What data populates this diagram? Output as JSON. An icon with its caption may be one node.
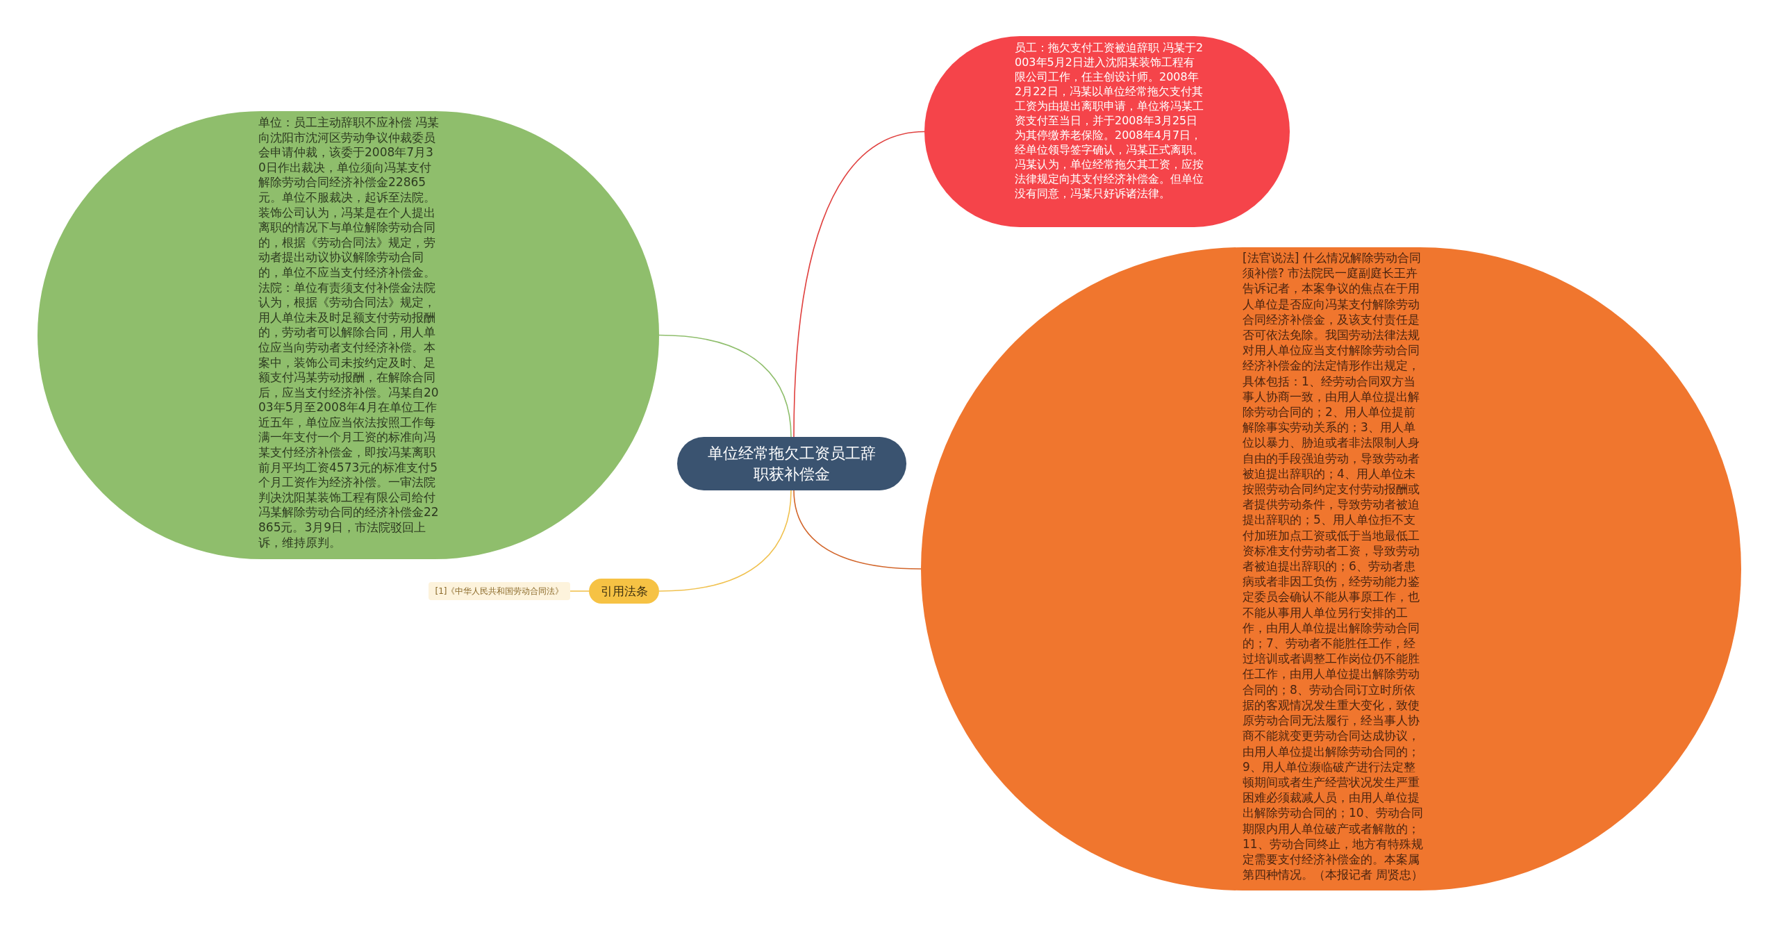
{
  "diagram": {
    "nodes": [
      {
        "text": [
          "单位经常拖欠工资员工辞职获补偿金"
        ]
      },
      {
        "text": [
          "单位：员工主动辞职不应补偿 冯某向沈阳市沈河区劳动争议仲裁委员会申请仲裁，该委于2008年7月30日作出裁决，单位须向冯某支付解除劳动合同经济补偿金22865元。单位不服裁决，起诉至法院。装饰公司认为，冯某是在个人提出离职的情况下与单位解除劳动合同的，根据《劳动合同法》规定，劳动者提出动议协议解除劳动合同的，单位不应当支付经济补偿金。法院：单位有责须支付补偿金法院认为，根据《劳动合同法》规定，用人单位未及时足额支付劳动报酬的，劳动者可以解除合同，用人单位应当向劳动者支付经济补偿。本案中，装饰公司未按约定及时、足额支付冯某劳动报酬，在解除合同后，应当支付经济补偿。冯某自2003年5月至2008年4月在单位工作近五年，单位应当依法按照工作每满一年支付一个月工资的标准向冯某支付经济补偿金，即按冯某离职前月平均工资4573元的标准支付5个月工资作为经济补偿。一审法院判决沈阳某装饰工程有限公司给付冯某解除劳动合同的经济补偿金22865元。3月9日，市法院驳回上诉，维持原判。"
        ]
      },
      {
        "text": [
          "员工：拖欠支付工资被迫辞职 冯某于2003年5月2日进入沈阳某装饰工程有限公司工作，任主创设计师。2008年2月22日，冯某以单位经常拖欠支付其工资为由提出离职申请，单位将冯某工资支付至当日，并于2008年3月25日为其停缴养老保险。2008年4月7日，经单位领导签字确认，冯某正式离职。冯某认为，单位经常拖欠其工资，应按法律规定向其支付经济补偿金。但单位没有同意，冯某只好诉诸法律。"
        ]
      },
      {
        "text": [
          "[法官说法] 什么情况解除劳动合同须补偿? 市法院民一庭副庭长王卉告诉记者，本案争议的焦点在于用人单位是否应向冯某支付解除劳动合同经济补偿金，及该支付责任是否可依法免除。我国劳动法律法规对用人单位应当支付解除劳动合同经济补偿金的法定情形作出规定，具体包括：1、经劳动合同双方当事人协商一致，由用人单位提出解除劳动合同的；2、用人单位提前解除事实劳动关系的；3、用人单位以暴力、胁迫或者非法限制人身自由的手段强迫劳动，导致劳动者被迫提出辞职的；4、用人单位未按照劳动合同约定支付劳动报酬或者提供劳动条件，导致劳动者被迫提出辞职的；5、用人单位拒不支付加班加点工资或低于当地最低工资标准支付劳动者工资，导致劳动者被迫提出辞职的；6、劳动者患病或者非因工负伤，经劳动能力鉴定委员会确认不能从事原工作，也不能从事用人单位另行安排的工作，由用人单位提出解除劳动合同的；7、劳动者不能胜任工作，经过培训或者调整工作岗位仍不能胜任工作，由用人单位提出解除劳动合同的；8、劳动合同订立时所依据的客观情况发生重大变化，致使原劳动合同无法履行，经当事人协商不能就变更劳动合同达成协议，由用人单位提出解除劳动合同的；9、用人单位濒临破产进行法定整顿期间或者生产经营状况发生严重困难必须裁减人员，由用人单位提出解除劳动合同的；10、劳动合同期限内用人单位破产或者解散的；11、劳动合同终止，地方有特殊规定需要支付经济补偿金的。本案属第四种情况。（本报记者 周贤忠）"
        ]
      },
      {
        "text": [
          "引用法条"
        ]
      },
      {
        "text": [
          "[1]《中华人民共和国劳动合同法》"
        ]
      }
    ],
    "edges": [
      {
        "from": 0,
        "to": 1,
        "arrow": "none",
        "color": "#8fbe6c"
      },
      {
        "from": 0,
        "to": 2,
        "arrow": "none",
        "color": "#e0413f"
      },
      {
        "from": 0,
        "to": 3,
        "arrow": "none",
        "color": "#d2652a"
      },
      {
        "from": 0,
        "to": 4,
        "arrow": "none",
        "color": "#f0c14f"
      },
      {
        "from": 4,
        "to": 5,
        "arrow": "none",
        "color": "#f0c14f"
      }
    ]
  }
}
